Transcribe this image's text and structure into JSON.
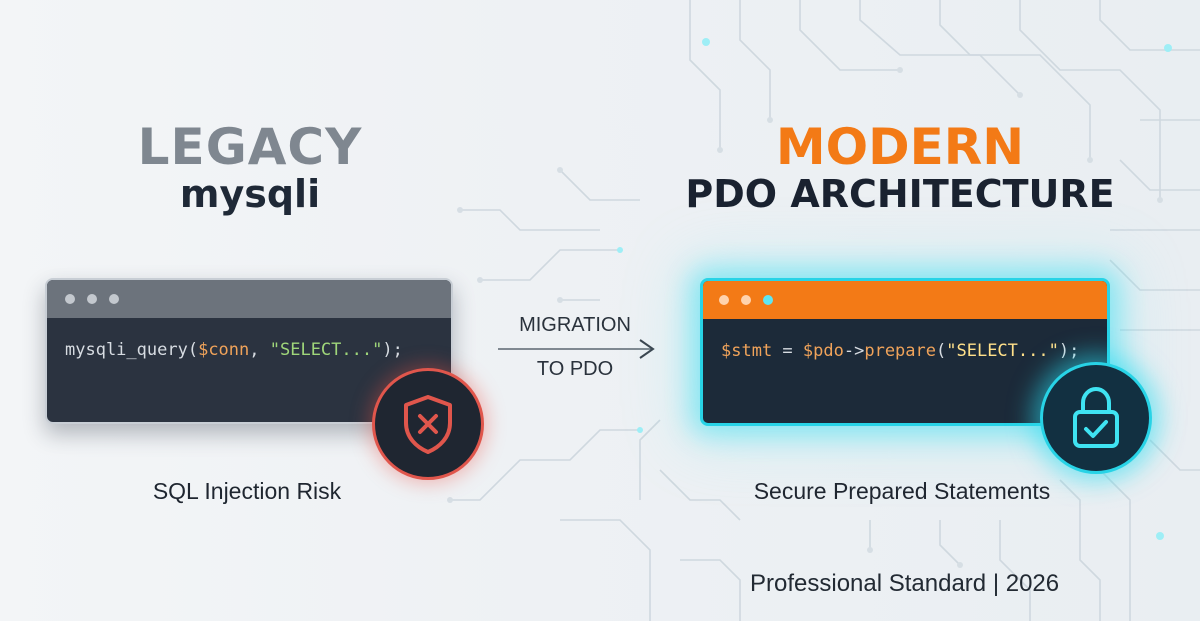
{
  "legacy": {
    "title": "LEGACY",
    "subtitle": "mysqli",
    "code": {
      "fn": "mysqli_query",
      "open": "(",
      "var": "$conn",
      "comma": ", ",
      "str": "\"SELECT...\"",
      "close": ");"
    },
    "badge_icon": "shield-x-icon",
    "caption": "SQL Injection Risk"
  },
  "migration": {
    "line1": "MIGRATION",
    "line2": "TO PDO"
  },
  "modern": {
    "title": "MODERN",
    "subtitle": "PDO ARCHITECTURE",
    "code": {
      "var1": "$stmt",
      "eq": " = ",
      "var2": "$pdo",
      "arrow": "->",
      "fn": "prepare",
      "open": "(",
      "str": "\"SELECT...\"",
      "close": ");"
    },
    "badge_icon": "padlock-check-icon",
    "caption": "Secure Prepared Statements"
  },
  "footer": {
    "label": "Professional Standard",
    "separator": "|",
    "year": "2026"
  },
  "colors": {
    "accent_orange": "#f37a16",
    "accent_cyan": "#28d3e6",
    "danger_red": "#e0564c"
  }
}
